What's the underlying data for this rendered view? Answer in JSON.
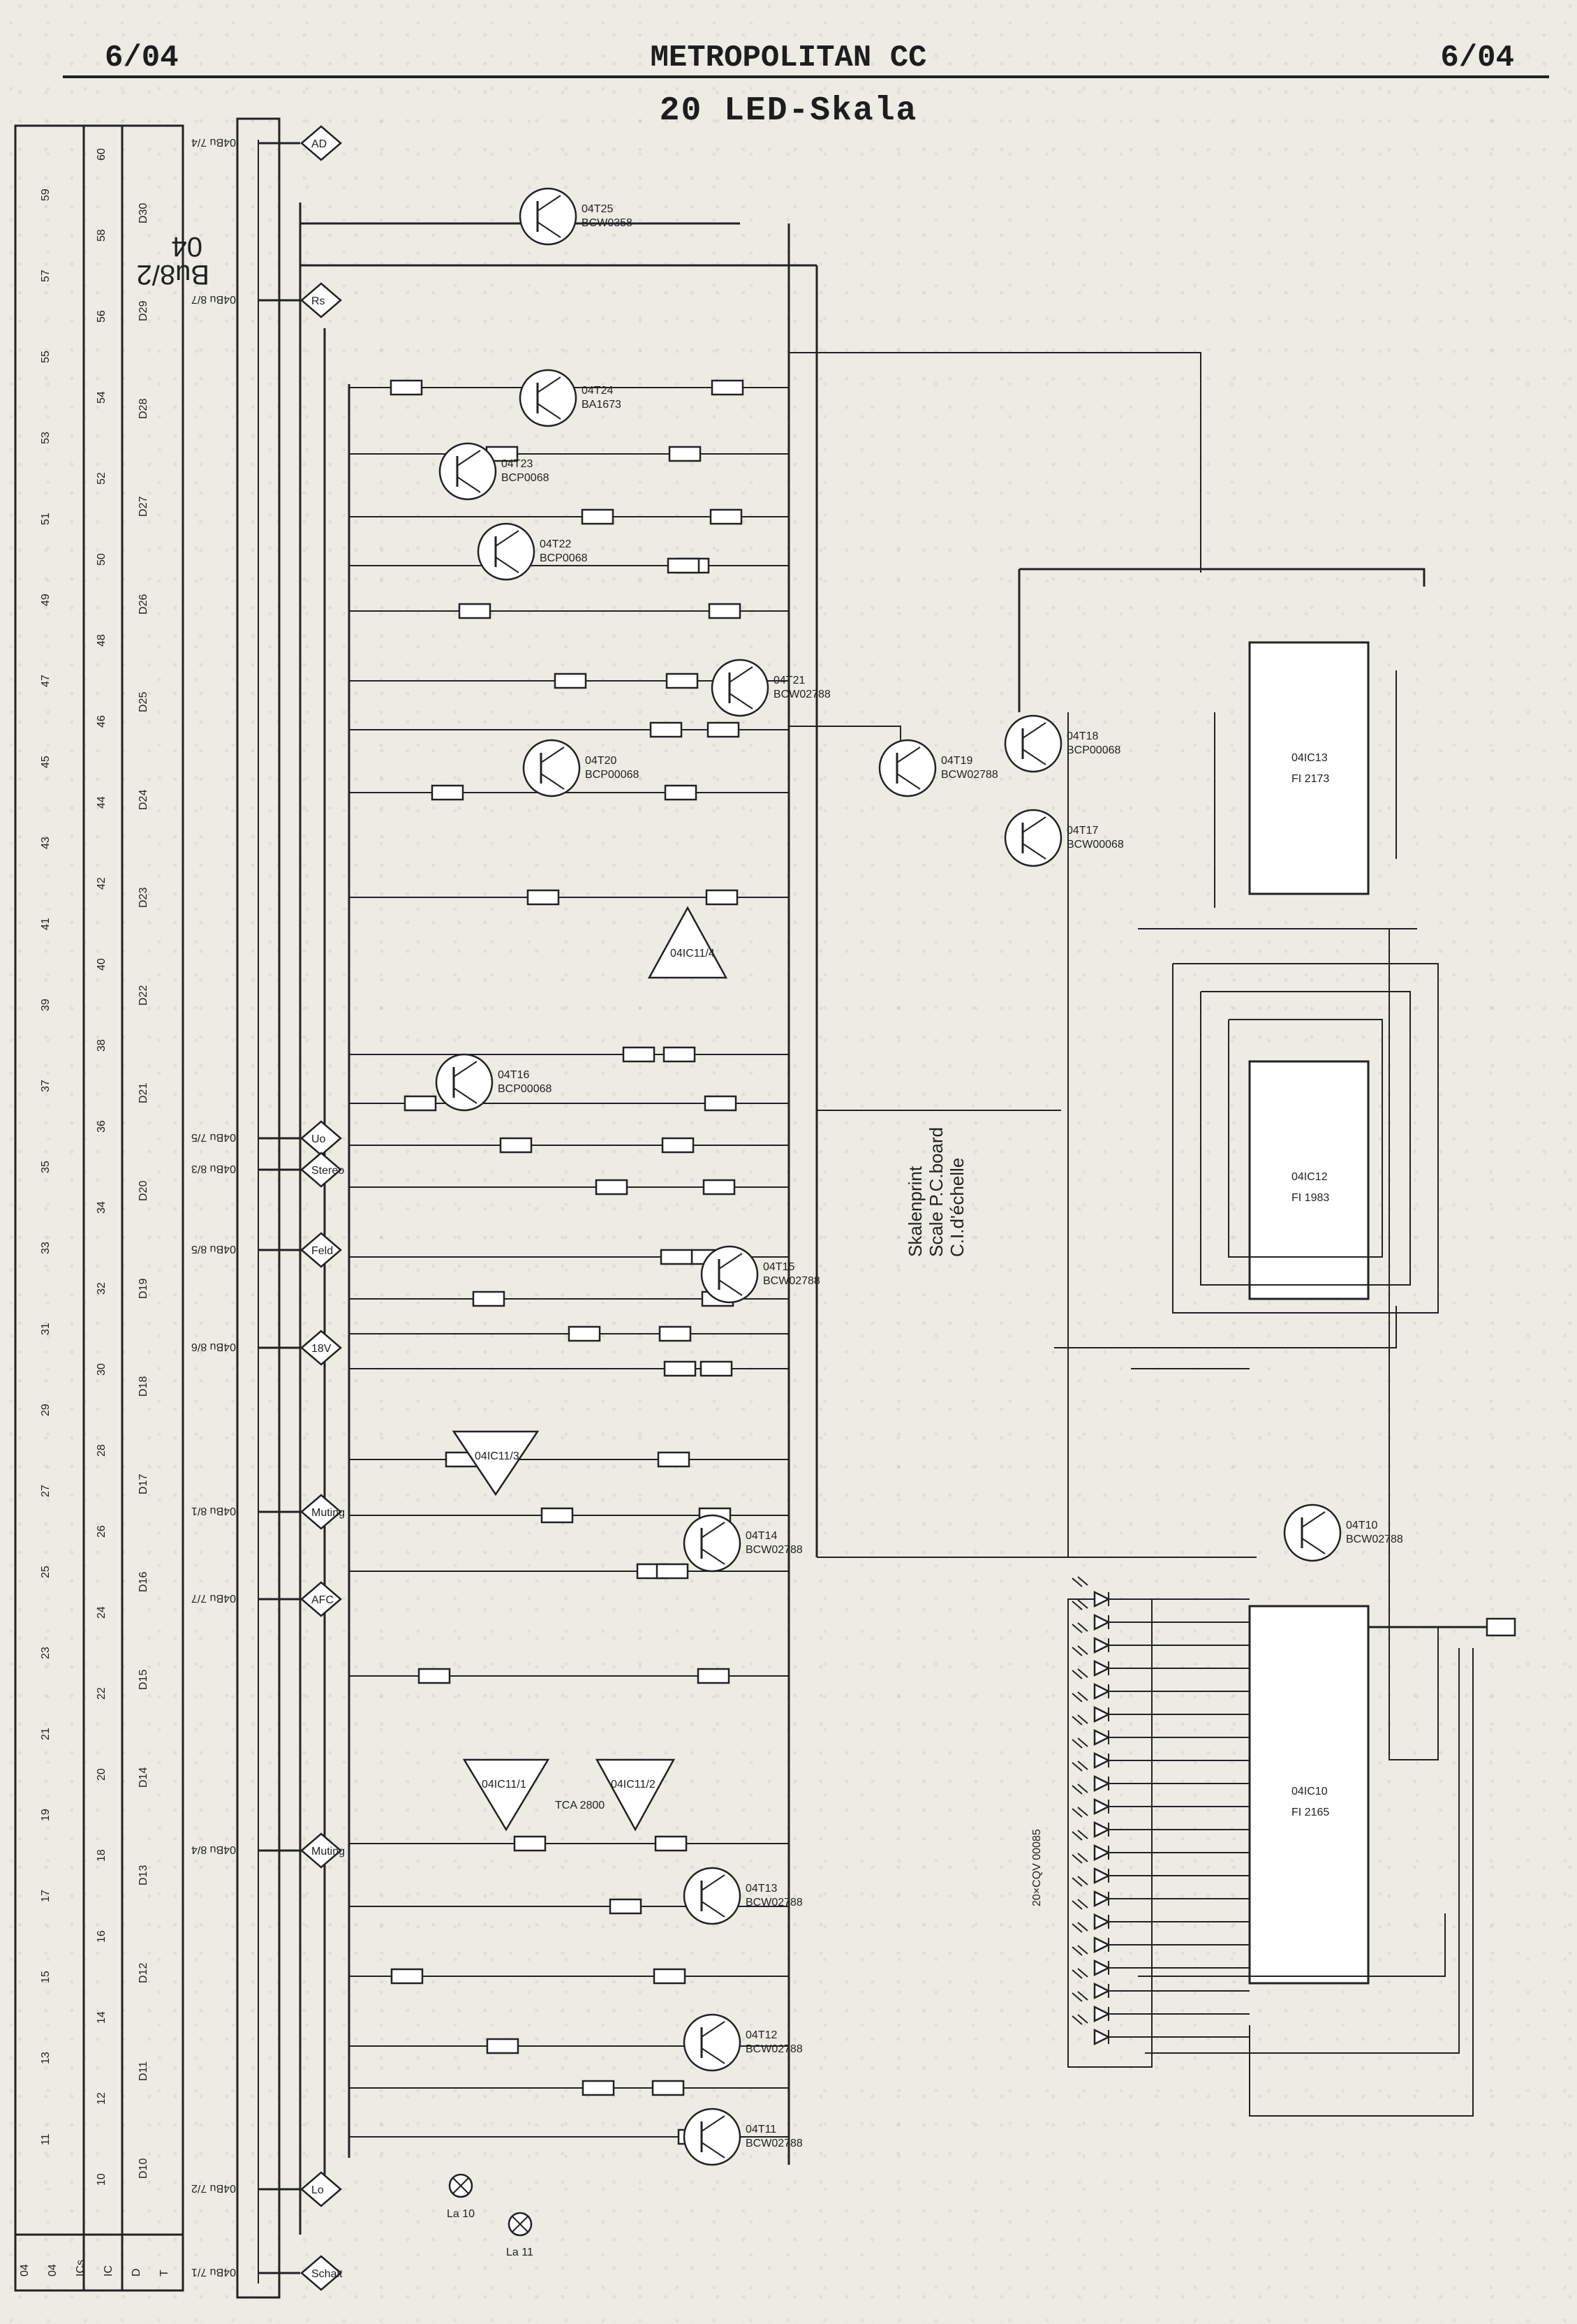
{
  "header": {
    "page_left": "6/04",
    "brand": "METROPOLITAN CC",
    "page_right": "6/04"
  },
  "title": "20 LED-Skala",
  "connector_label": "Bu8/2",
  "connector_sub": "04",
  "scale_pcb_note": [
    "Skalenprint",
    "Scale P.C.board",
    "C.I.d'échelle"
  ],
  "chips": [
    {
      "id": "04IC13",
      "type": "FI 2173"
    },
    {
      "id": "04IC12",
      "type": "FI 1983"
    },
    {
      "id": "04IC10",
      "type": "FI 2165"
    },
    {
      "id": "04IC11",
      "type": "TCA 2800"
    }
  ],
  "transistors": [
    {
      "id": "04T25",
      "type": "BCW0358"
    },
    {
      "id": "04T24",
      "type": "BA1673"
    },
    {
      "id": "04T23",
      "type": "BCP0068"
    },
    {
      "id": "04T22",
      "type": "BCP0068"
    },
    {
      "id": "04T21",
      "type": "BCW02788"
    },
    {
      "id": "04T20",
      "type": "BCP00068"
    },
    {
      "id": "04T19",
      "type": "BCW02788"
    },
    {
      "id": "04T18",
      "type": "BCP00068"
    },
    {
      "id": "04T17",
      "type": "BCW00068"
    },
    {
      "id": "04T16",
      "type": "BCP00068"
    },
    {
      "id": "04T15",
      "type": "BCW02788"
    },
    {
      "id": "04T14",
      "type": "BCW02788"
    },
    {
      "id": "04T13",
      "type": "BCW02788"
    },
    {
      "id": "04T12",
      "type": "BCW02788"
    },
    {
      "id": "04T11",
      "type": "BCW02788"
    },
    {
      "id": "04T10",
      "type": "BCW02788"
    }
  ],
  "opamps": [
    "04IC11/4",
    "04IC11/3",
    "04IC11/1",
    "04IC11/2"
  ],
  "input_labels": [
    {
      "pin": "04Bu 7/4",
      "sym": "AD"
    },
    {
      "pin": "04Bu 8/7",
      "sym": "Rs"
    },
    {
      "pin": "04Bu 7/5",
      "sym": "Uo"
    },
    {
      "pin": "04Bu 8/3",
      "sym": "Stereo"
    },
    {
      "pin": "04Bu 8/5",
      "sym": "Feld"
    },
    {
      "pin": "04Bu 8/6",
      "sym": "18V"
    },
    {
      "pin": "04Bu 8/1",
      "sym": "Muting"
    },
    {
      "pin": "04Bu 7/7",
      "sym": "AFC"
    },
    {
      "pin": "04Bu 8/4",
      "sym": "Muting"
    },
    {
      "pin": "04Bu 7/2",
      "sym": "Lo"
    },
    {
      "pin": "04Bu 7/1",
      "sym": "Schalt"
    }
  ],
  "led_array_label": "20×CQV 00085",
  "lamps": [
    "La 10",
    "La 11"
  ],
  "grid_rows": [
    "04",
    "04",
    "ICs",
    "IC",
    "D",
    "T"
  ],
  "grid_columns": [
    "D10",
    "D11",
    "D12",
    "D13",
    "D14",
    "D15",
    "D16",
    "D17",
    "D18",
    "D19",
    "D20",
    "D21",
    "D22",
    "D23",
    "D24",
    "D25",
    "D26",
    "D27",
    "D28",
    "D29",
    "D30"
  ],
  "grid_numbers": [
    "10",
    "11",
    "12",
    "13",
    "14",
    "15",
    "16",
    "17",
    "18",
    "19",
    "20",
    "21",
    "22",
    "23",
    "24",
    "25",
    "26",
    "27",
    "28",
    "29",
    "30",
    "31",
    "32",
    "33",
    "34",
    "35",
    "36",
    "37",
    "38",
    "39",
    "40",
    "41",
    "42",
    "43",
    "44",
    "45",
    "46",
    "47",
    "48",
    "49",
    "50",
    "51",
    "52",
    "53",
    "54",
    "55",
    "56",
    "57",
    "58",
    "59",
    "60"
  ]
}
